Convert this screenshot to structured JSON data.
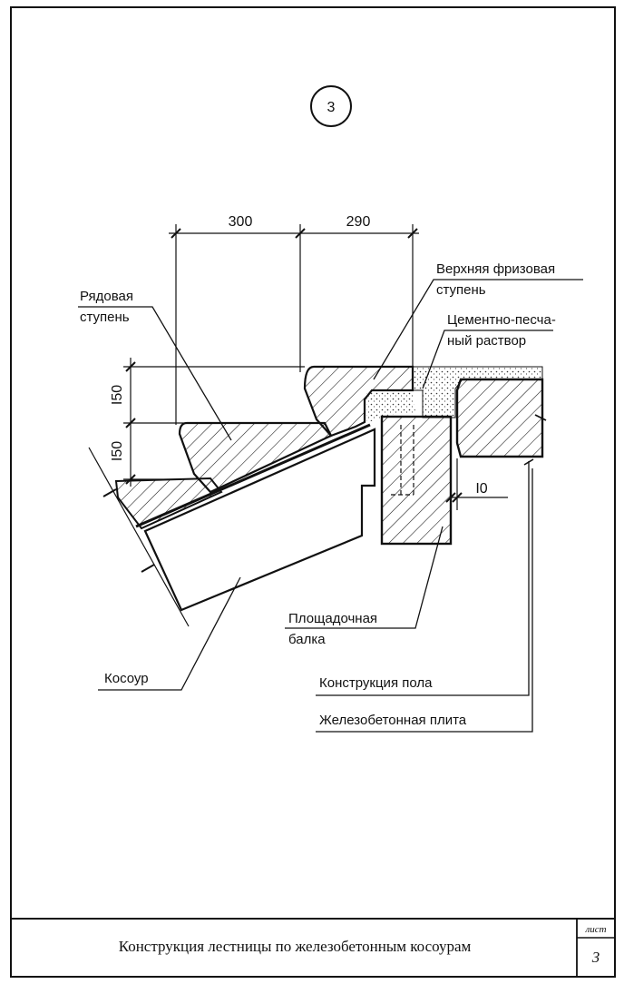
{
  "detail_marker": "3",
  "dimensions": {
    "tread_width": "300",
    "frieze_width": "290",
    "riser_upper": "I50",
    "riser_lower": "I50",
    "gap": "I0"
  },
  "labels": {
    "ordinary_step": [
      "Рядовая",
      "ступень"
    ],
    "top_frieze_step": [
      "Верхняя фризовая",
      "ступень"
    ],
    "mortar": [
      "Цементно-песча-",
      "ный раствор"
    ],
    "landing_beam": [
      "Площадочная",
      "балка"
    ],
    "stringer": "Косоур",
    "floor_construction": "Конструкция пола",
    "rc_slab": "Железобетонная плита"
  },
  "title_block": {
    "title": "Конструкция лестницы по железобетонным косоурам",
    "sheet_label": "лист",
    "sheet_number": "3"
  }
}
